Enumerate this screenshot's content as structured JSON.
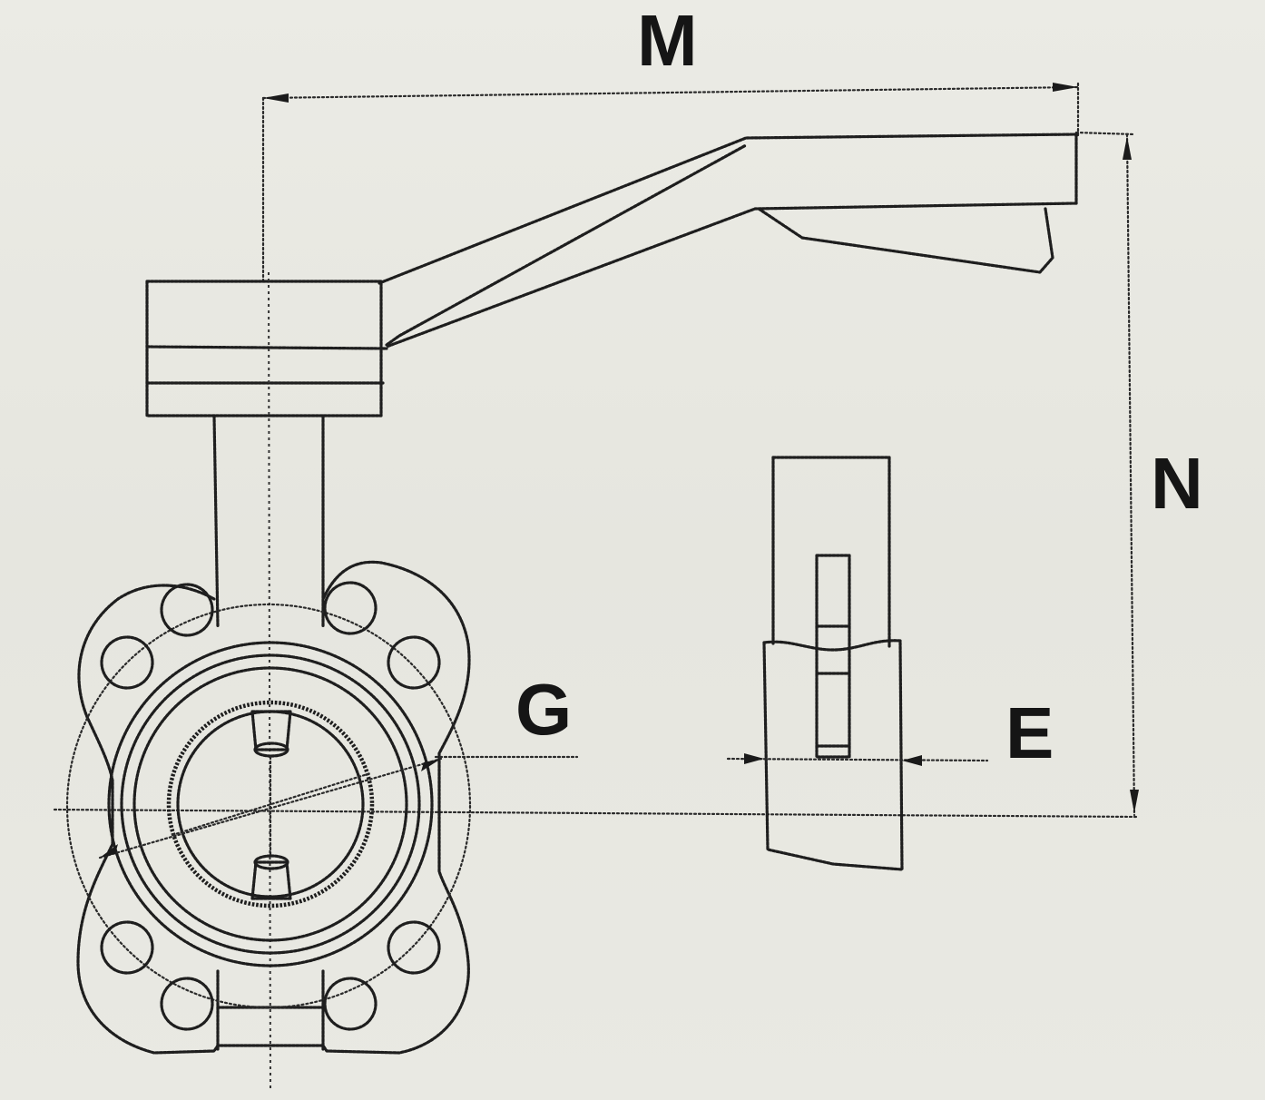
{
  "diagram": {
    "dimensions": {
      "m": "M",
      "n": "N",
      "g": "G",
      "e": "E"
    }
  }
}
